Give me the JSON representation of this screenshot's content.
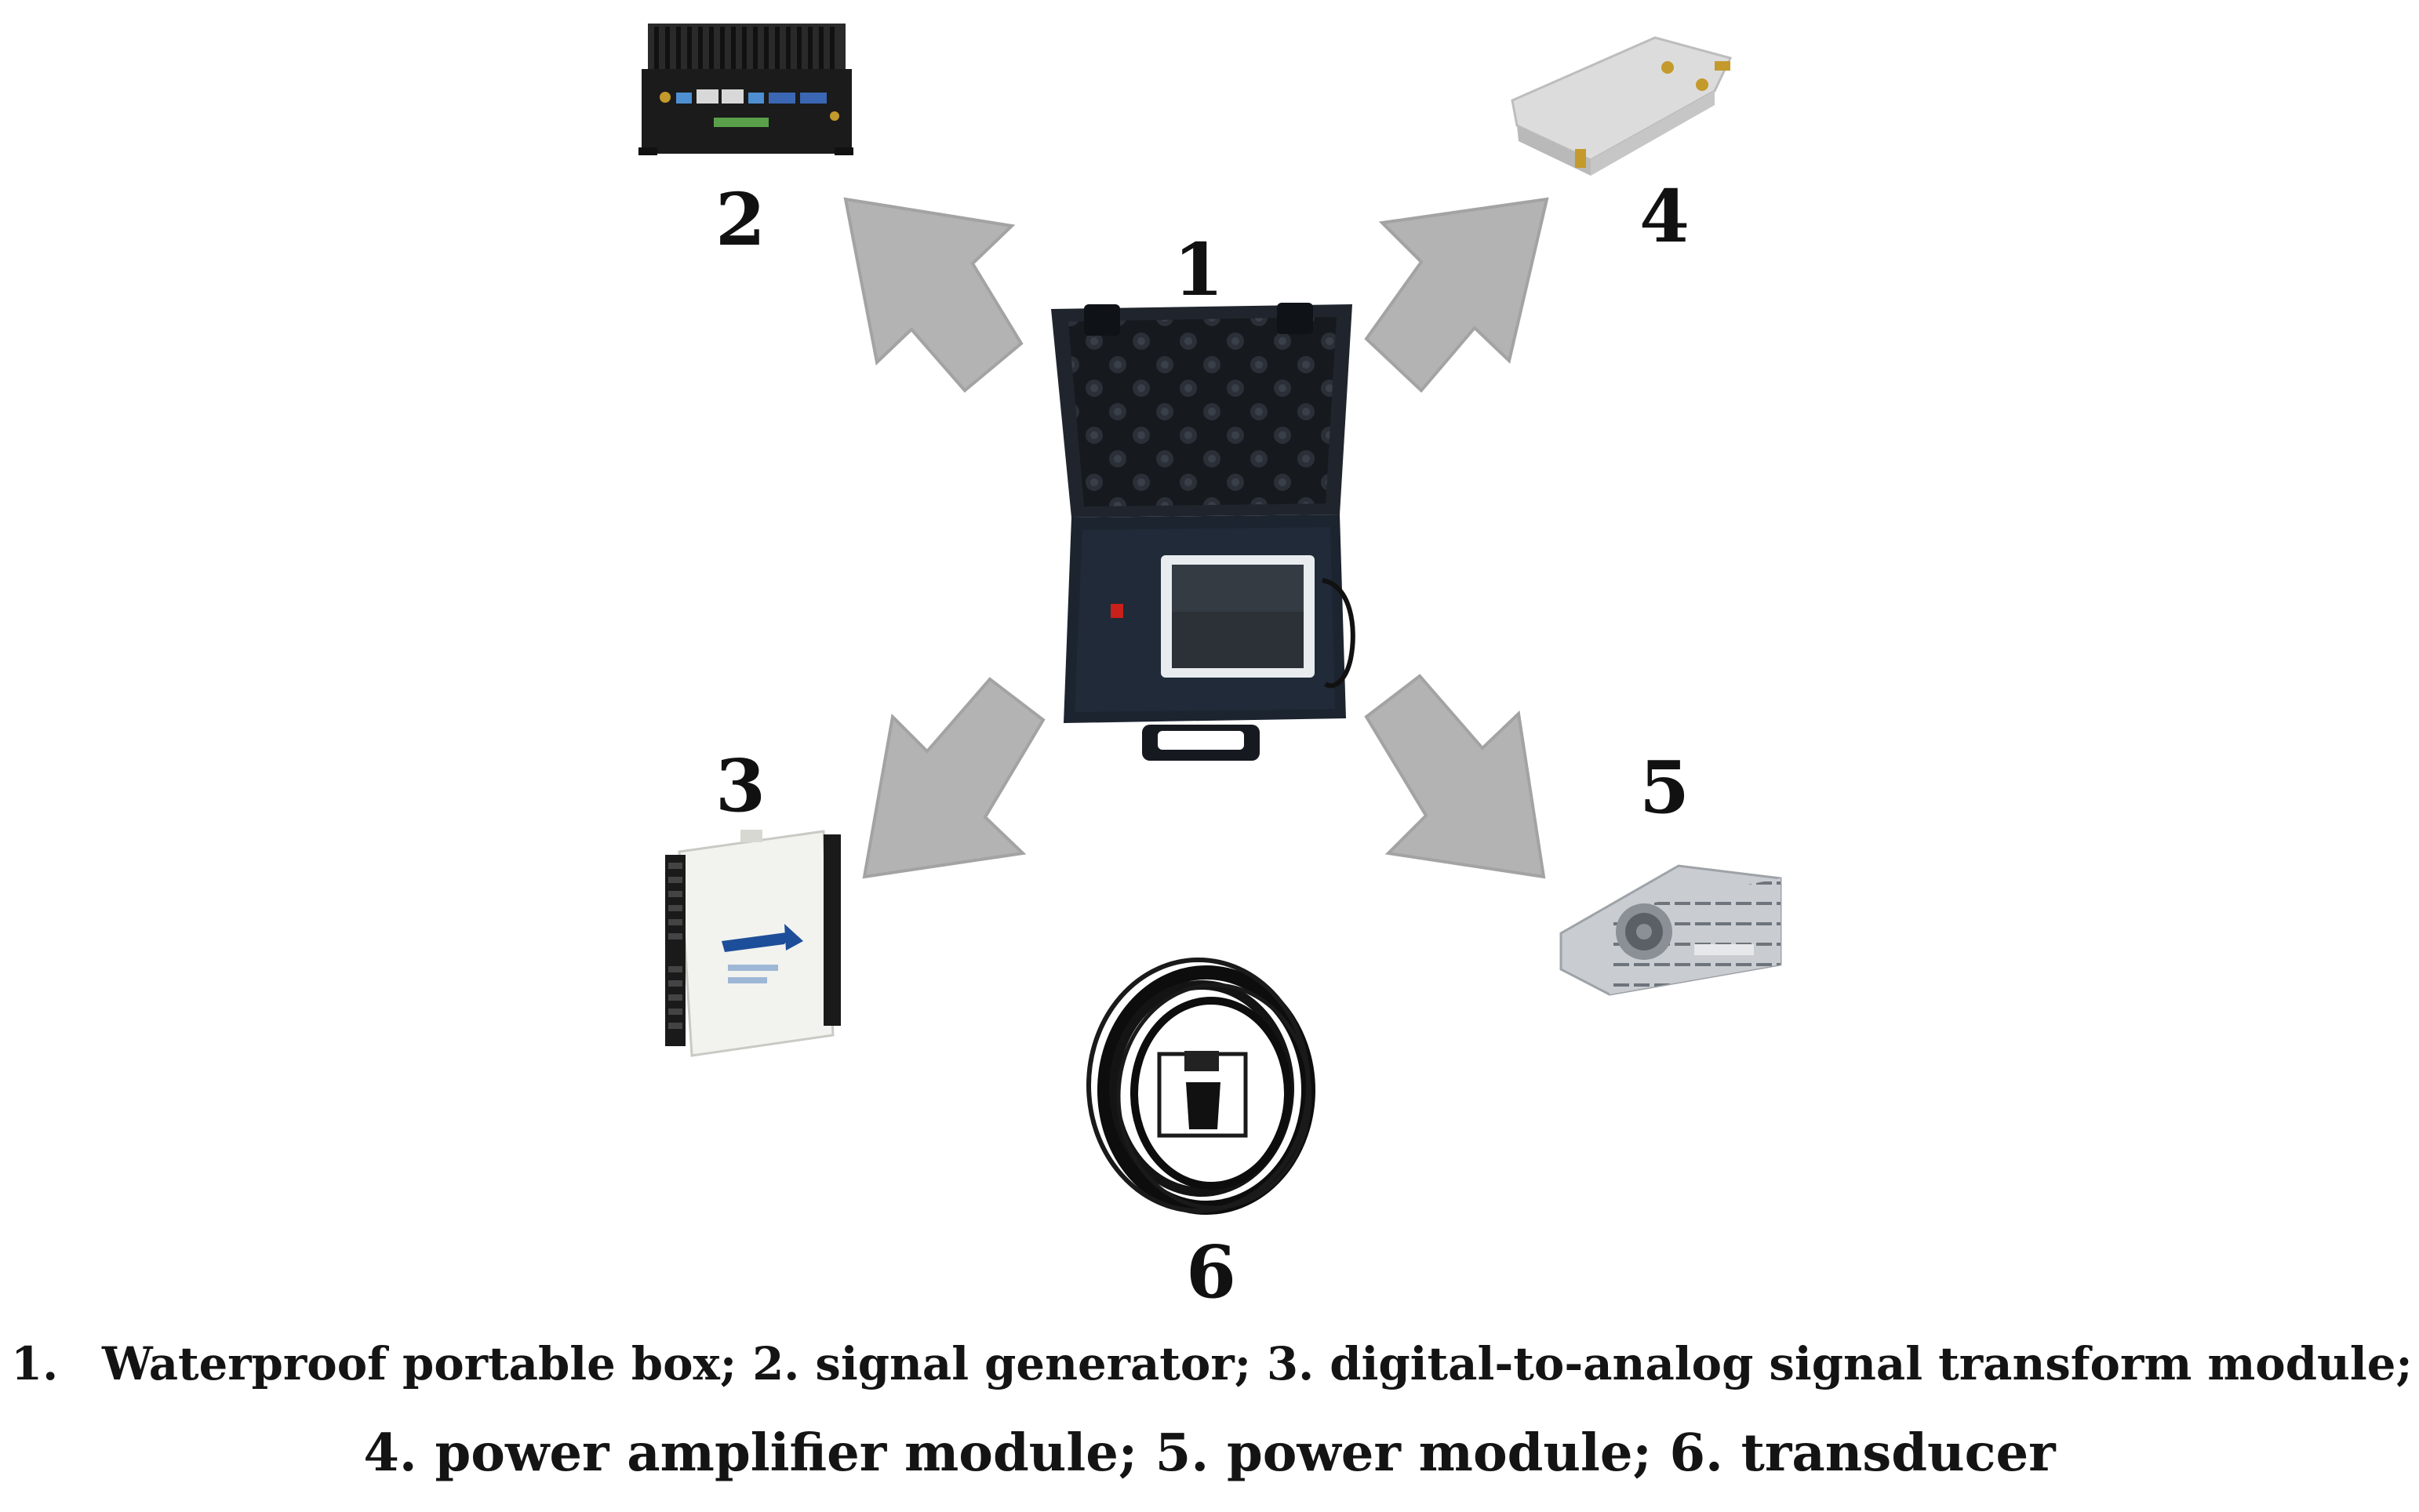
{
  "diagram": {
    "labels": {
      "box": "1",
      "signal_generator": "2",
      "converter": "3",
      "amplifier": "4",
      "power_module": "5",
      "transducer": "6"
    },
    "colors": {
      "arrow": "#b3b3b3",
      "arrow_edge": "#a3a3a3",
      "case_body": "#1c2430",
      "case_foam": "#1a1d22",
      "screen_frame": "#e8ecef",
      "screen": "#2c3138",
      "red_switch": "#c8201a",
      "generator": "#1b1b1b",
      "converter_body": "#f2f3ee",
      "converter_blue": "#1d4e9a",
      "amplifier": "#dcdcdc",
      "connector_gold": "#c49a2c",
      "psu": "#c9cdd2",
      "cable": "#0d0d0d"
    },
    "icons": [
      "waterproof-case-icon",
      "mini-pc-icon",
      "daq-module-icon",
      "rf-amplifier-icon",
      "power-supply-icon",
      "cable-coil-icon",
      "arrow-icon"
    ]
  },
  "caption": {
    "line1_index": "1.",
    "line1_text": "Waterproof portable box; 2. signal generator; 3. digital-to-analog signal transform module;",
    "line2": "4. power amplifier module; 5. power module; 6. transducer"
  }
}
